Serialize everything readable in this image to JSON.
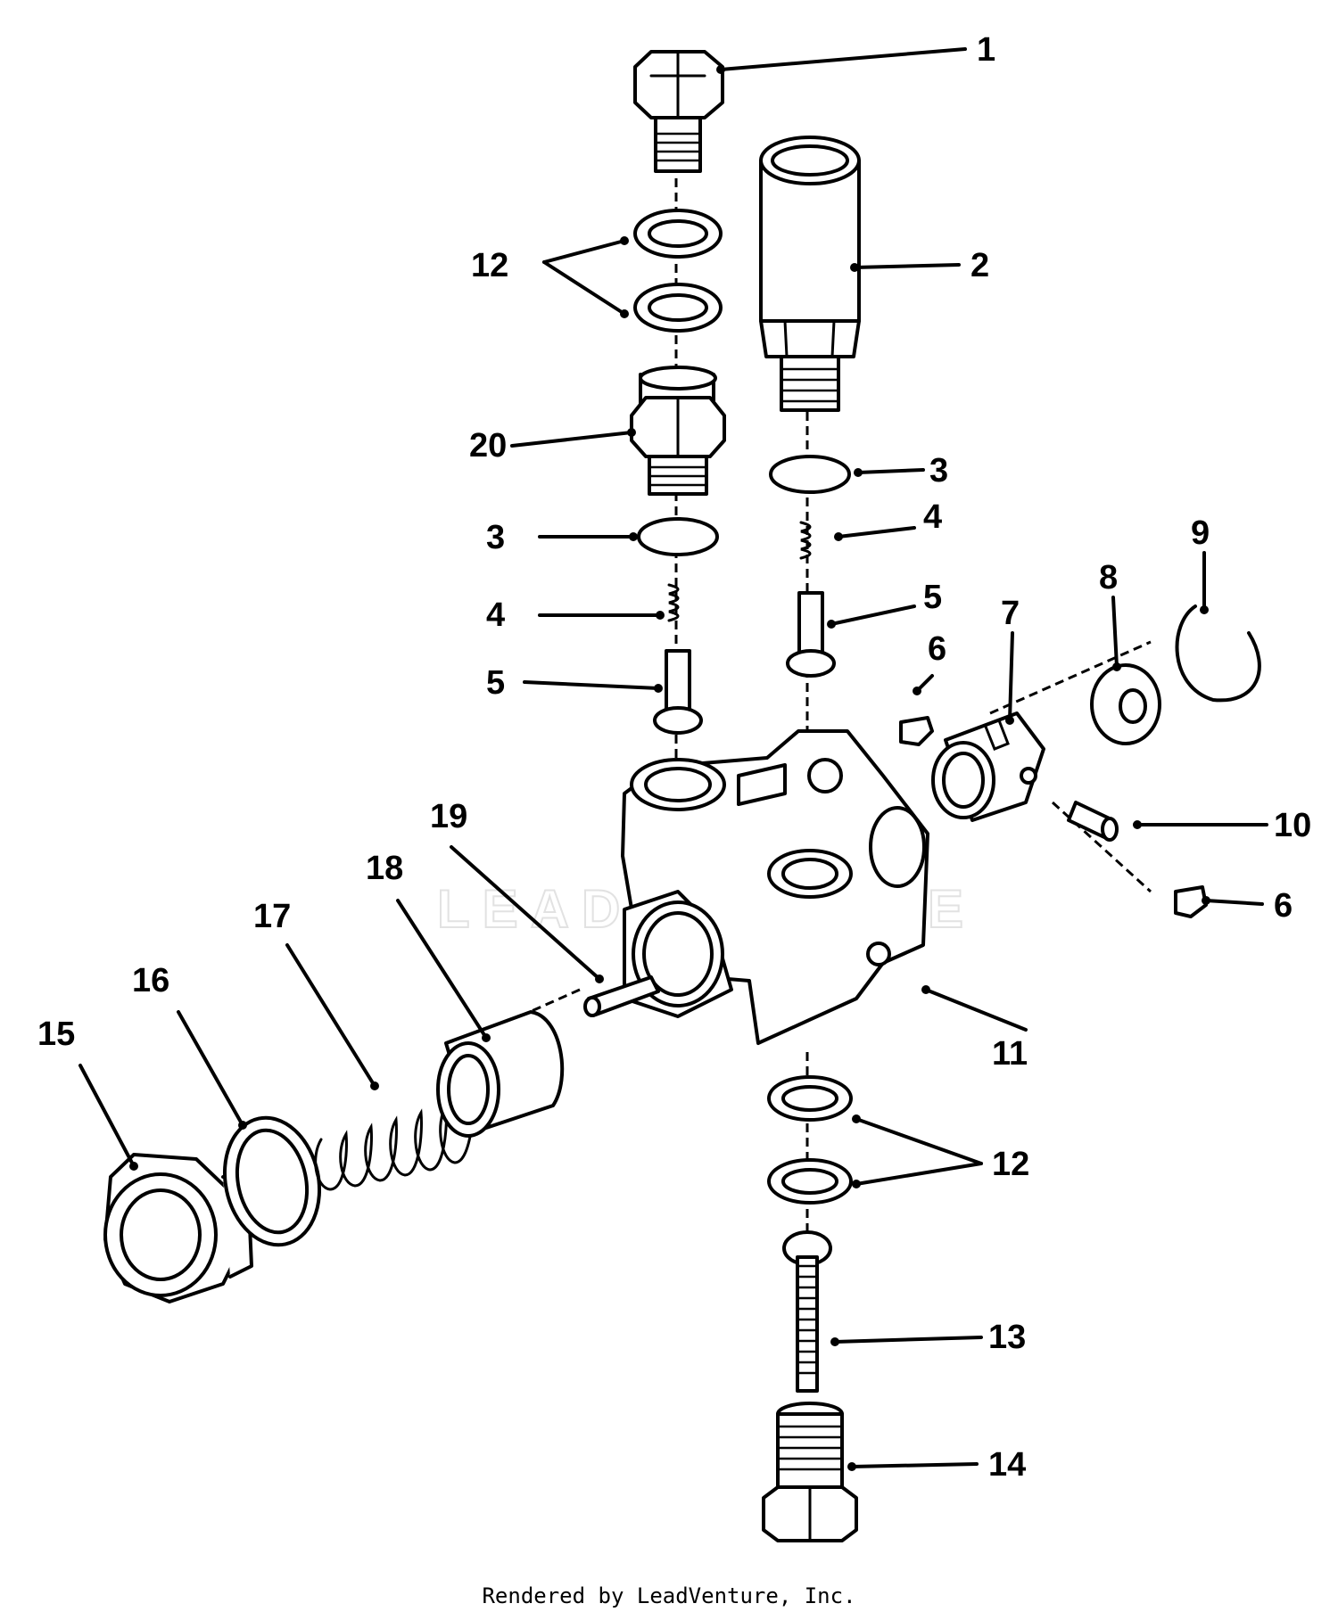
{
  "watermark": "LEADVENTURE",
  "credit": "Rendered by LeadVenture, Inc.",
  "callouts": {
    "c1": "1",
    "c2": "2",
    "c3a": "3",
    "c3b": "3",
    "c4a": "4",
    "c4b": "4",
    "c5a": "5",
    "c5b": "5",
    "c6a": "6",
    "c6b": "6",
    "c7": "7",
    "c8": "8",
    "c9": "9",
    "c10": "10",
    "c11": "11",
    "c12a": "12",
    "c12b": "12",
    "c13": "13",
    "c14": "14",
    "c15": "15",
    "c16": "16",
    "c17": "17",
    "c18": "18",
    "c19": "19",
    "c20": "20"
  }
}
